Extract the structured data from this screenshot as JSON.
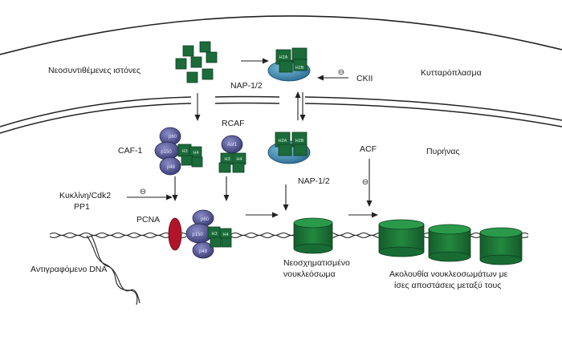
{
  "labels": {
    "newly_synth_histones": "Νεοσυντιθέμενες ιστόνες",
    "nap_top": "NAP-1/2",
    "ckii": "CKII",
    "cytoplasm": "Κυτταρόπλασμα",
    "caf1": "CAF-1",
    "rcaf": "RCAF",
    "acf": "ACF",
    "nucleus": "Πυρήνας",
    "nap_mid": "NAP-1/2",
    "cyclin": "Κυκλίνη/Cdk2",
    "pp1": "PP1",
    "pcna": "PCNA",
    "replicating_dna": "Αντιγραφόμενο DNA",
    "new_nucleosome_1": "Νεοσχηματισμένο",
    "new_nucleosome_2": "νουκλεόσωμα",
    "seq_1": "Ακολουθία νουκλεοσωμάτων με",
    "seq_2": "ίσες αποστάσεις μεταξύ τους"
  },
  "protein_labels": {
    "h2a": "H2A",
    "h2b": "H2B",
    "h3": "H3",
    "h4": "H4",
    "p60": "p60",
    "p150": "p150",
    "p48": "p48",
    "asf1": "Asf1"
  },
  "symbols": {
    "phospho": "⊖"
  },
  "colors": {
    "histone": "#1c6b3a",
    "nucleosome": "#1d7a3c",
    "caf1": "#4b4d8c",
    "nap": "#2f7fa8",
    "pcna": "#b3142a",
    "membrane": "#222222"
  }
}
